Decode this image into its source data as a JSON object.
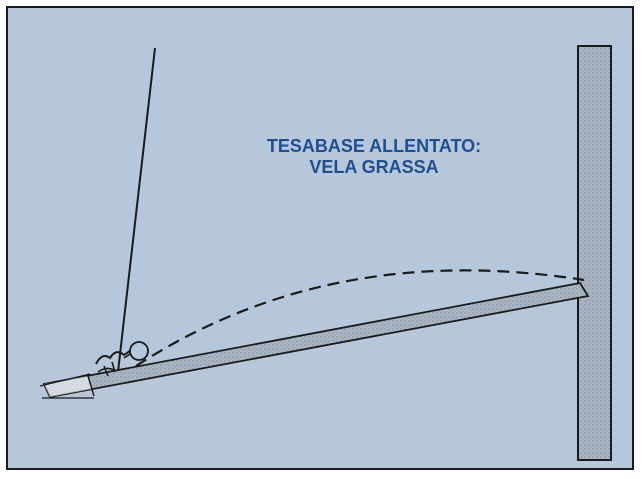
{
  "caption": {
    "line1": "TESABASE ALLENTATO:",
    "line2": "VELA GRASSA"
  },
  "colors": {
    "background": "#b7c7db",
    "caption": "#1f4f8e",
    "ink": "#1a1a1a",
    "spar_fill": "#a9b6c6"
  },
  "icons": [
    "mast",
    "boom",
    "sail-foot-curve",
    "outhaul-fitting",
    "sail-leech-line"
  ]
}
